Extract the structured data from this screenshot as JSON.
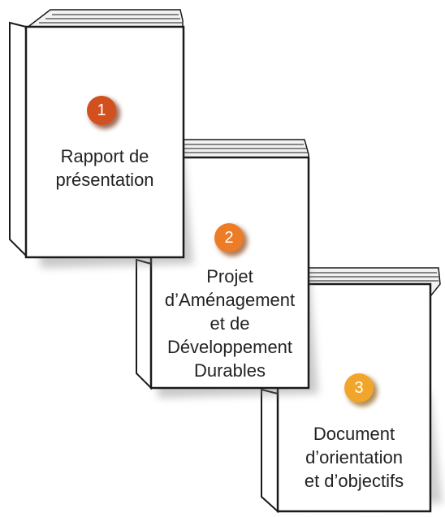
{
  "books": [
    {
      "number": "1",
      "title_lines": [
        "Rapport de",
        "présentation"
      ],
      "badge_color": "#d2501e",
      "badge_shadow": "#7a2a0c"
    },
    {
      "number": "2",
      "title_lines": [
        "Projet",
        "d’Aménagement",
        "et de",
        "Développement",
        "Durables"
      ],
      "badge_color": "#ec7c25",
      "badge_shadow": "#8a4512"
    },
    {
      "number": "3",
      "title_lines": [
        "Document",
        "d’orientation",
        "et d’objectifs"
      ],
      "badge_color": "#f2a52b",
      "badge_shadow": "#8e5f14"
    }
  ],
  "colors": {
    "outline": "#1a1a1a",
    "page_fill": "#ffffff",
    "pages_edge": "#f2f2f2",
    "shadow": "#777777"
  }
}
